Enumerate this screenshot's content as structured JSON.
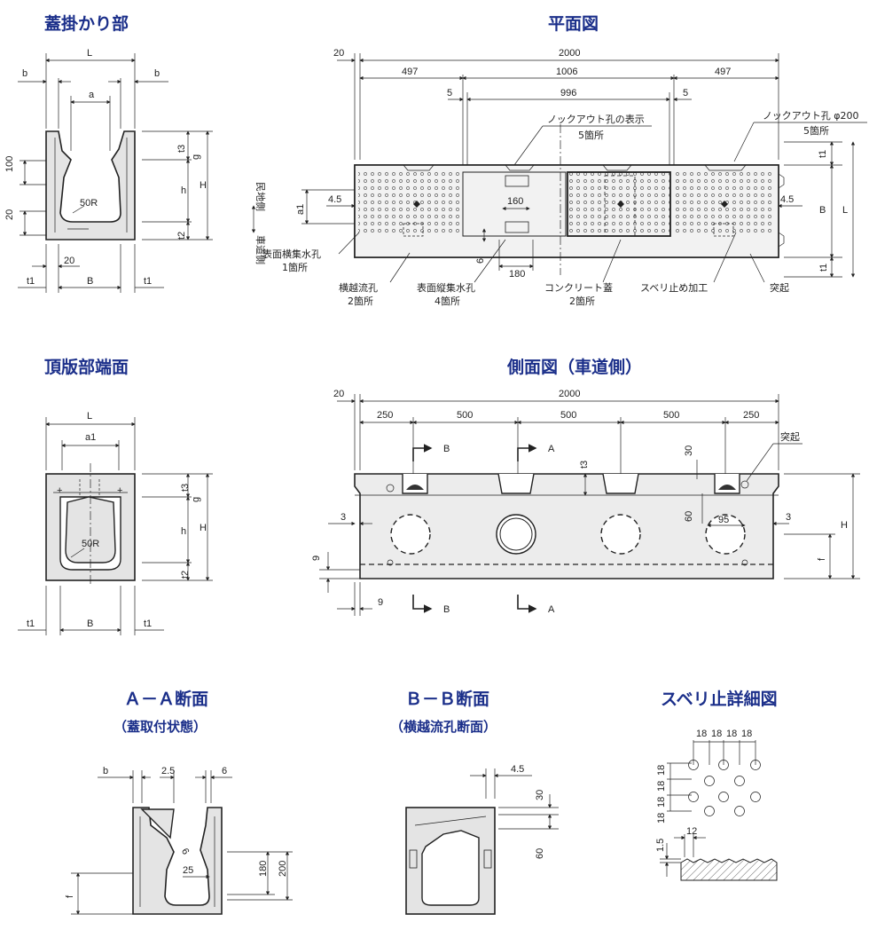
{
  "titles": {
    "lid_section": "蓋掛かり部",
    "plan_view": "平面図",
    "top_end_face": "頂版部端面",
    "side_view": "側面図（車道側）",
    "aa_section": "Ａ－Ａ断面",
    "aa_sub": "（蓋取付状態）",
    "bb_section": "Ｂ－Ｂ断面",
    "bb_sub": "（横越流孔断面）",
    "slip_detail": "スベリ止詳細図"
  },
  "lid_section": {
    "L": "L",
    "b_left": "b",
    "b_right": "b",
    "a": "a",
    "d100": "100",
    "d20_left": "20",
    "r50": "50R",
    "t3": "t3",
    "g": "g",
    "h": "h",
    "H": "H",
    "t2": "t2",
    "d20_bottom": "20",
    "t1_left": "t1",
    "B": "B",
    "t1_right": "t1"
  },
  "plan_view": {
    "d20": "20",
    "d2000": "2000",
    "d497_left": "497",
    "d1006": "1006",
    "d497_right": "497",
    "d5_left": "5",
    "d996": "996",
    "d5_right": "5",
    "knockout_label": "ノックアウト孔の表示",
    "knockout_count": "5箇所",
    "knockout_hole": "ノックアウト孔 φ200",
    "knockout_hole_count": "5箇所",
    "sidewalk_side": "民地側",
    "road_side": "車道側",
    "a1": "a1",
    "d4_5_left": "4.5",
    "d4_5_right": "4.5",
    "d160": "160",
    "d180": "180",
    "d6": "6",
    "t1_top": "t1",
    "B": "B",
    "L": "L",
    "t1_bottom": "t1",
    "surface_h_hole": "表面横集水孔",
    "surface_h_count": "1箇所",
    "overflow_hole": "横越流孔",
    "overflow_count": "2箇所",
    "surface_v_hole": "表面縦集水孔",
    "surface_v_count": "4箇所",
    "concrete_lid": "コンクリート蓋",
    "concrete_lid_count": "2箇所",
    "slip_finish": "スベリ止め加工",
    "protrusion": "突起"
  },
  "top_end_face": {
    "L": "L",
    "a1": "a1",
    "t3": "t3",
    "g": "g",
    "h": "h",
    "H": "H",
    "t2": "t2",
    "r50": "50R",
    "t1_left": "t1",
    "B": "B",
    "t1_right": "t1"
  },
  "side_view": {
    "d20": "20",
    "d2000": "2000",
    "spans": [
      "250",
      "500",
      "500",
      "500",
      "250"
    ],
    "section_b_top": "B",
    "section_a_top": "A",
    "section_b_bottom": "B",
    "section_a_bottom": "A",
    "t3": "t3",
    "d30": "30",
    "d60": "60",
    "d95": "95",
    "d3_left": "3",
    "d3_right": "3",
    "d9_v": "9",
    "d9_h": "9",
    "H": "H",
    "f": "f",
    "protrusion": "突起"
  },
  "aa_section": {
    "b": "b",
    "d2_5": "2.5",
    "d6": "6",
    "d6b": "6",
    "d25": "25",
    "d180": "180",
    "d200": "200",
    "f": "f"
  },
  "bb_section": {
    "d4_5": "4.5",
    "d30": "30",
    "d60": "60"
  },
  "slip_detail": {
    "pitch_h": [
      "18",
      "18",
      "18",
      "18"
    ],
    "pitch_v": [
      "18",
      "18",
      "18",
      "18"
    ],
    "d1_5": "1.5",
    "d12": "12"
  }
}
